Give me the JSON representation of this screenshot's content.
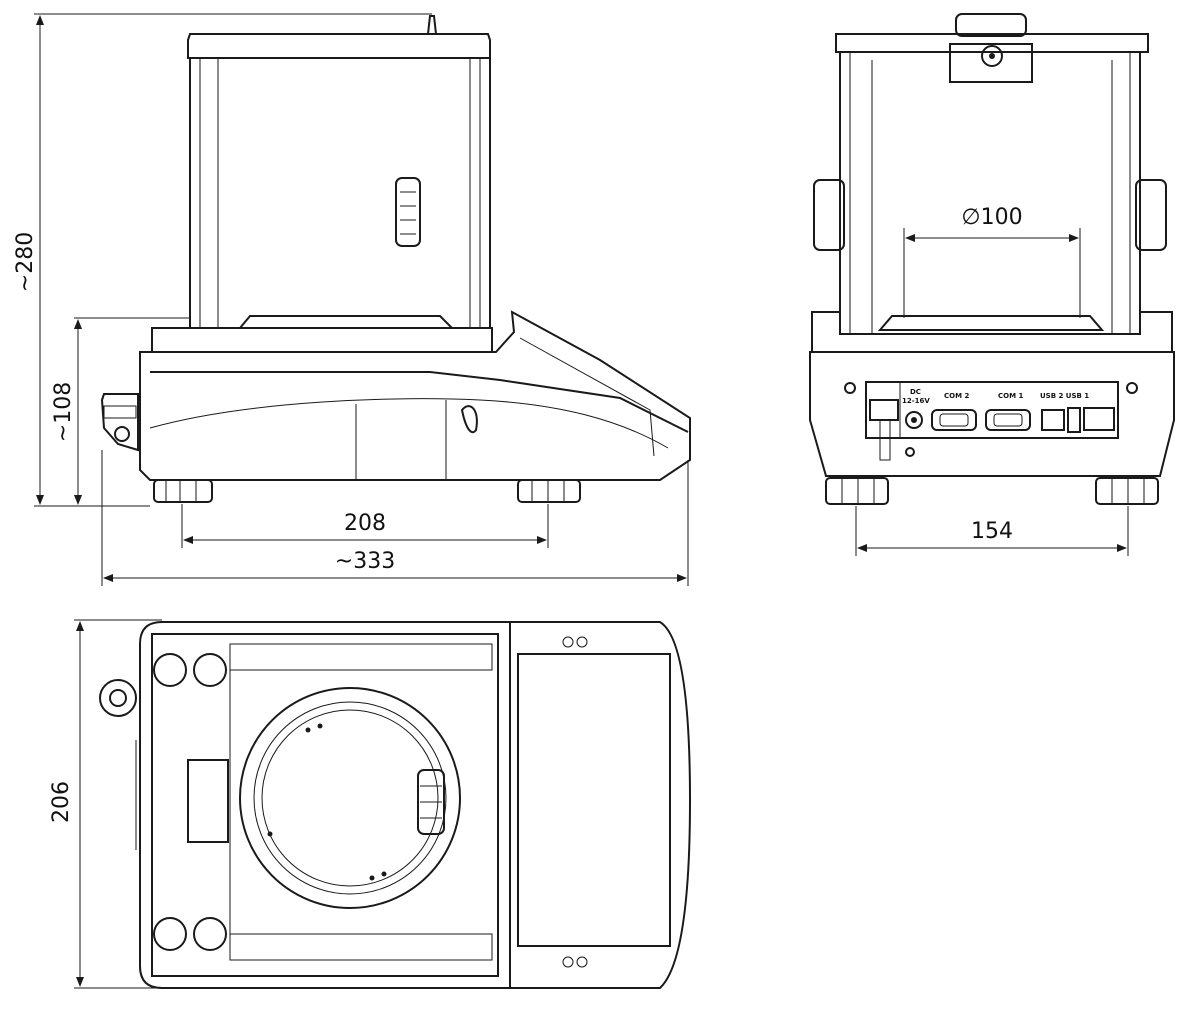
{
  "dimensions": {
    "height_total": "~280",
    "height_base": "~108",
    "feet_spacing_side": "208",
    "length_total": "~333",
    "pan_diameter": "∅100",
    "feet_spacing_rear": "154",
    "depth_top": "206"
  },
  "connectors": {
    "dc_line1": "DC",
    "dc_line2": "12-16V",
    "com2": "COM 2",
    "com1": "COM 1",
    "usb": "USB 2 USB 1"
  }
}
